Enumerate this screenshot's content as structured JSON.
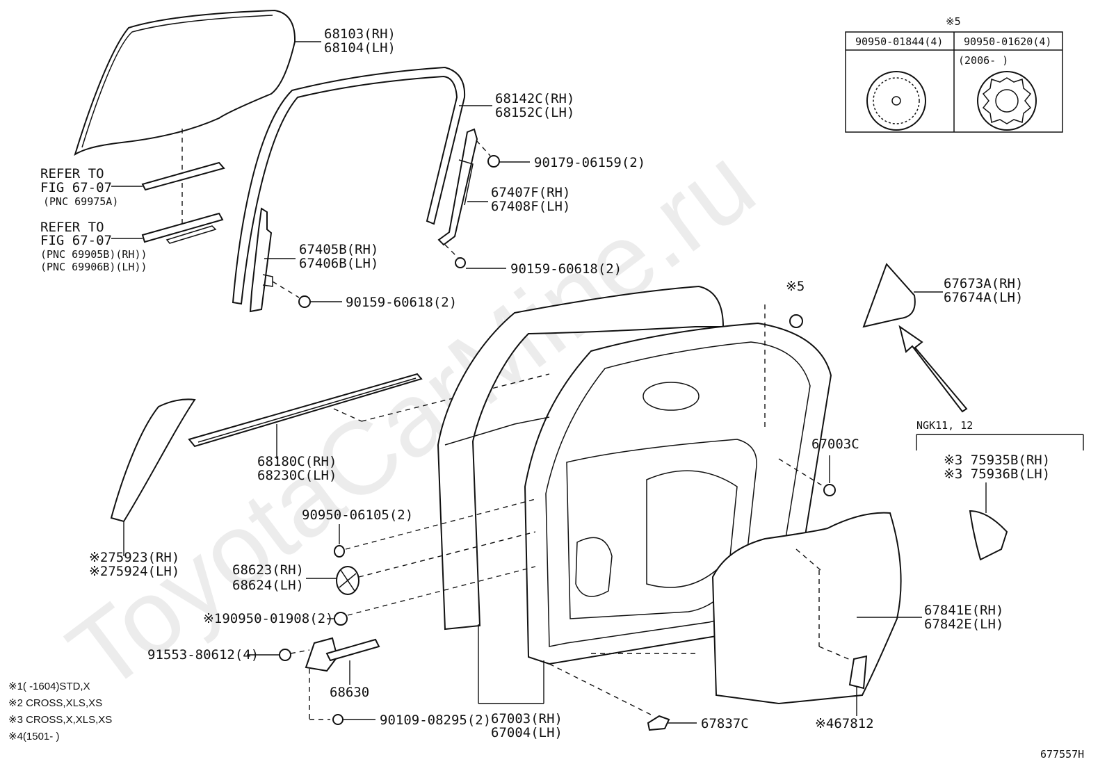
{
  "watermark": "ToyotaCarMine.ru",
  "figure_code": "677557H",
  "labels": {
    "glass": [
      "68103(RH)",
      "68104(LH)"
    ],
    "run_channel": [
      "68142C(RH)",
      "68152C(LH)"
    ],
    "bolt_a": "90179-06159(2)",
    "front_channel": [
      "67407F(RH)",
      "67408F(LH)"
    ],
    "bolt_b": "90159-60618(2)",
    "rear_channel": [
      "67405B(RH)",
      "67406B(LH)"
    ],
    "bolt_c": "90159-60618(2)",
    "refer1": [
      "REFER TO",
      "FIG 67-07",
      "(PNC 69975A)"
    ],
    "refer2": [
      "REFER TO",
      "FIG 67-07",
      "(PNC 69905B)(RH))",
      "(PNC 69906B)(LH))"
    ],
    "belt_moulding": [
      "68180C(RH)",
      "68230C(LH)"
    ],
    "garnish": [
      "※275923(RH)",
      "※275924(LH)"
    ],
    "plug_a": "90950-06105(2)",
    "hinge_cover": [
      "68623(RH)",
      "68624(LH)"
    ],
    "plug_b": "※190950-01908(2)",
    "bolt_d": "91553-80612(4)",
    "check": "68630",
    "bolt_e": "90109-08295(2)",
    "door": [
      "67003(RH)",
      "67004(LH)"
    ],
    "clip_c": "67837C",
    "seal_c": "67003C",
    "star5": "※5",
    "corner_piece": [
      "67673A(RH)",
      "67674A(LH)"
    ],
    "ngk": "NGK11, 12",
    "quarter_trim": [
      "※3 75935B(RH)",
      "※3 75936B(LH)"
    ],
    "service_hole": [
      "67841E(RH)",
      "67842E(LH)"
    ],
    "pad": "※467812"
  },
  "inset": {
    "title": "※5",
    "col1": "90950-01844(4)",
    "col2": "90950-01620(4)",
    "col2_note": "(2006-      )"
  },
  "notes": [
    "※1(     -1604)STD,X",
    "※2 CROSS,XLS,XS",
    "※3 CROSS,X,XLS,XS",
    "※4(1501-     )"
  ]
}
